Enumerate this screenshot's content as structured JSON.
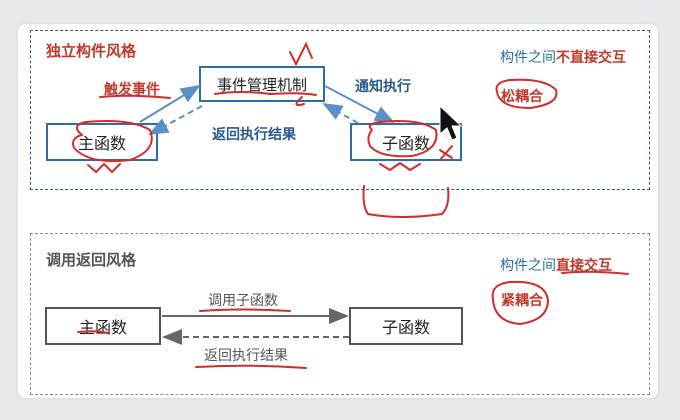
{
  "top_section": {
    "title": "独立构件风格",
    "trigger_label": "触发事件",
    "notify_label": "通知执行",
    "return_label": "返回执行结果",
    "center_box": "事件管理机制",
    "left_box": "主函数",
    "right_box": "子函数",
    "note_prefix": "构件之间",
    "note_emphasis": "不直接交互",
    "coupling": "松耦合"
  },
  "bottom_section": {
    "title": "调用返回风格",
    "call_label": "调用子函数",
    "return_label": "返回执行结果",
    "left_box": "主函数",
    "right_box": "子函数",
    "note_prefix": "构件之间",
    "note_emphasis": "直接交互",
    "coupling": "紧耦合"
  },
  "colors": {
    "section_title_top": "#c0392b",
    "section_title_bottom": "#555555",
    "box_blue": "#2e6da4",
    "note_blue": "#2e6da4",
    "note_red": "#c0392b",
    "pen_red": "#d42b2b",
    "arrow_blue": "#5b8fc7",
    "arrow_gray": "#666666"
  }
}
